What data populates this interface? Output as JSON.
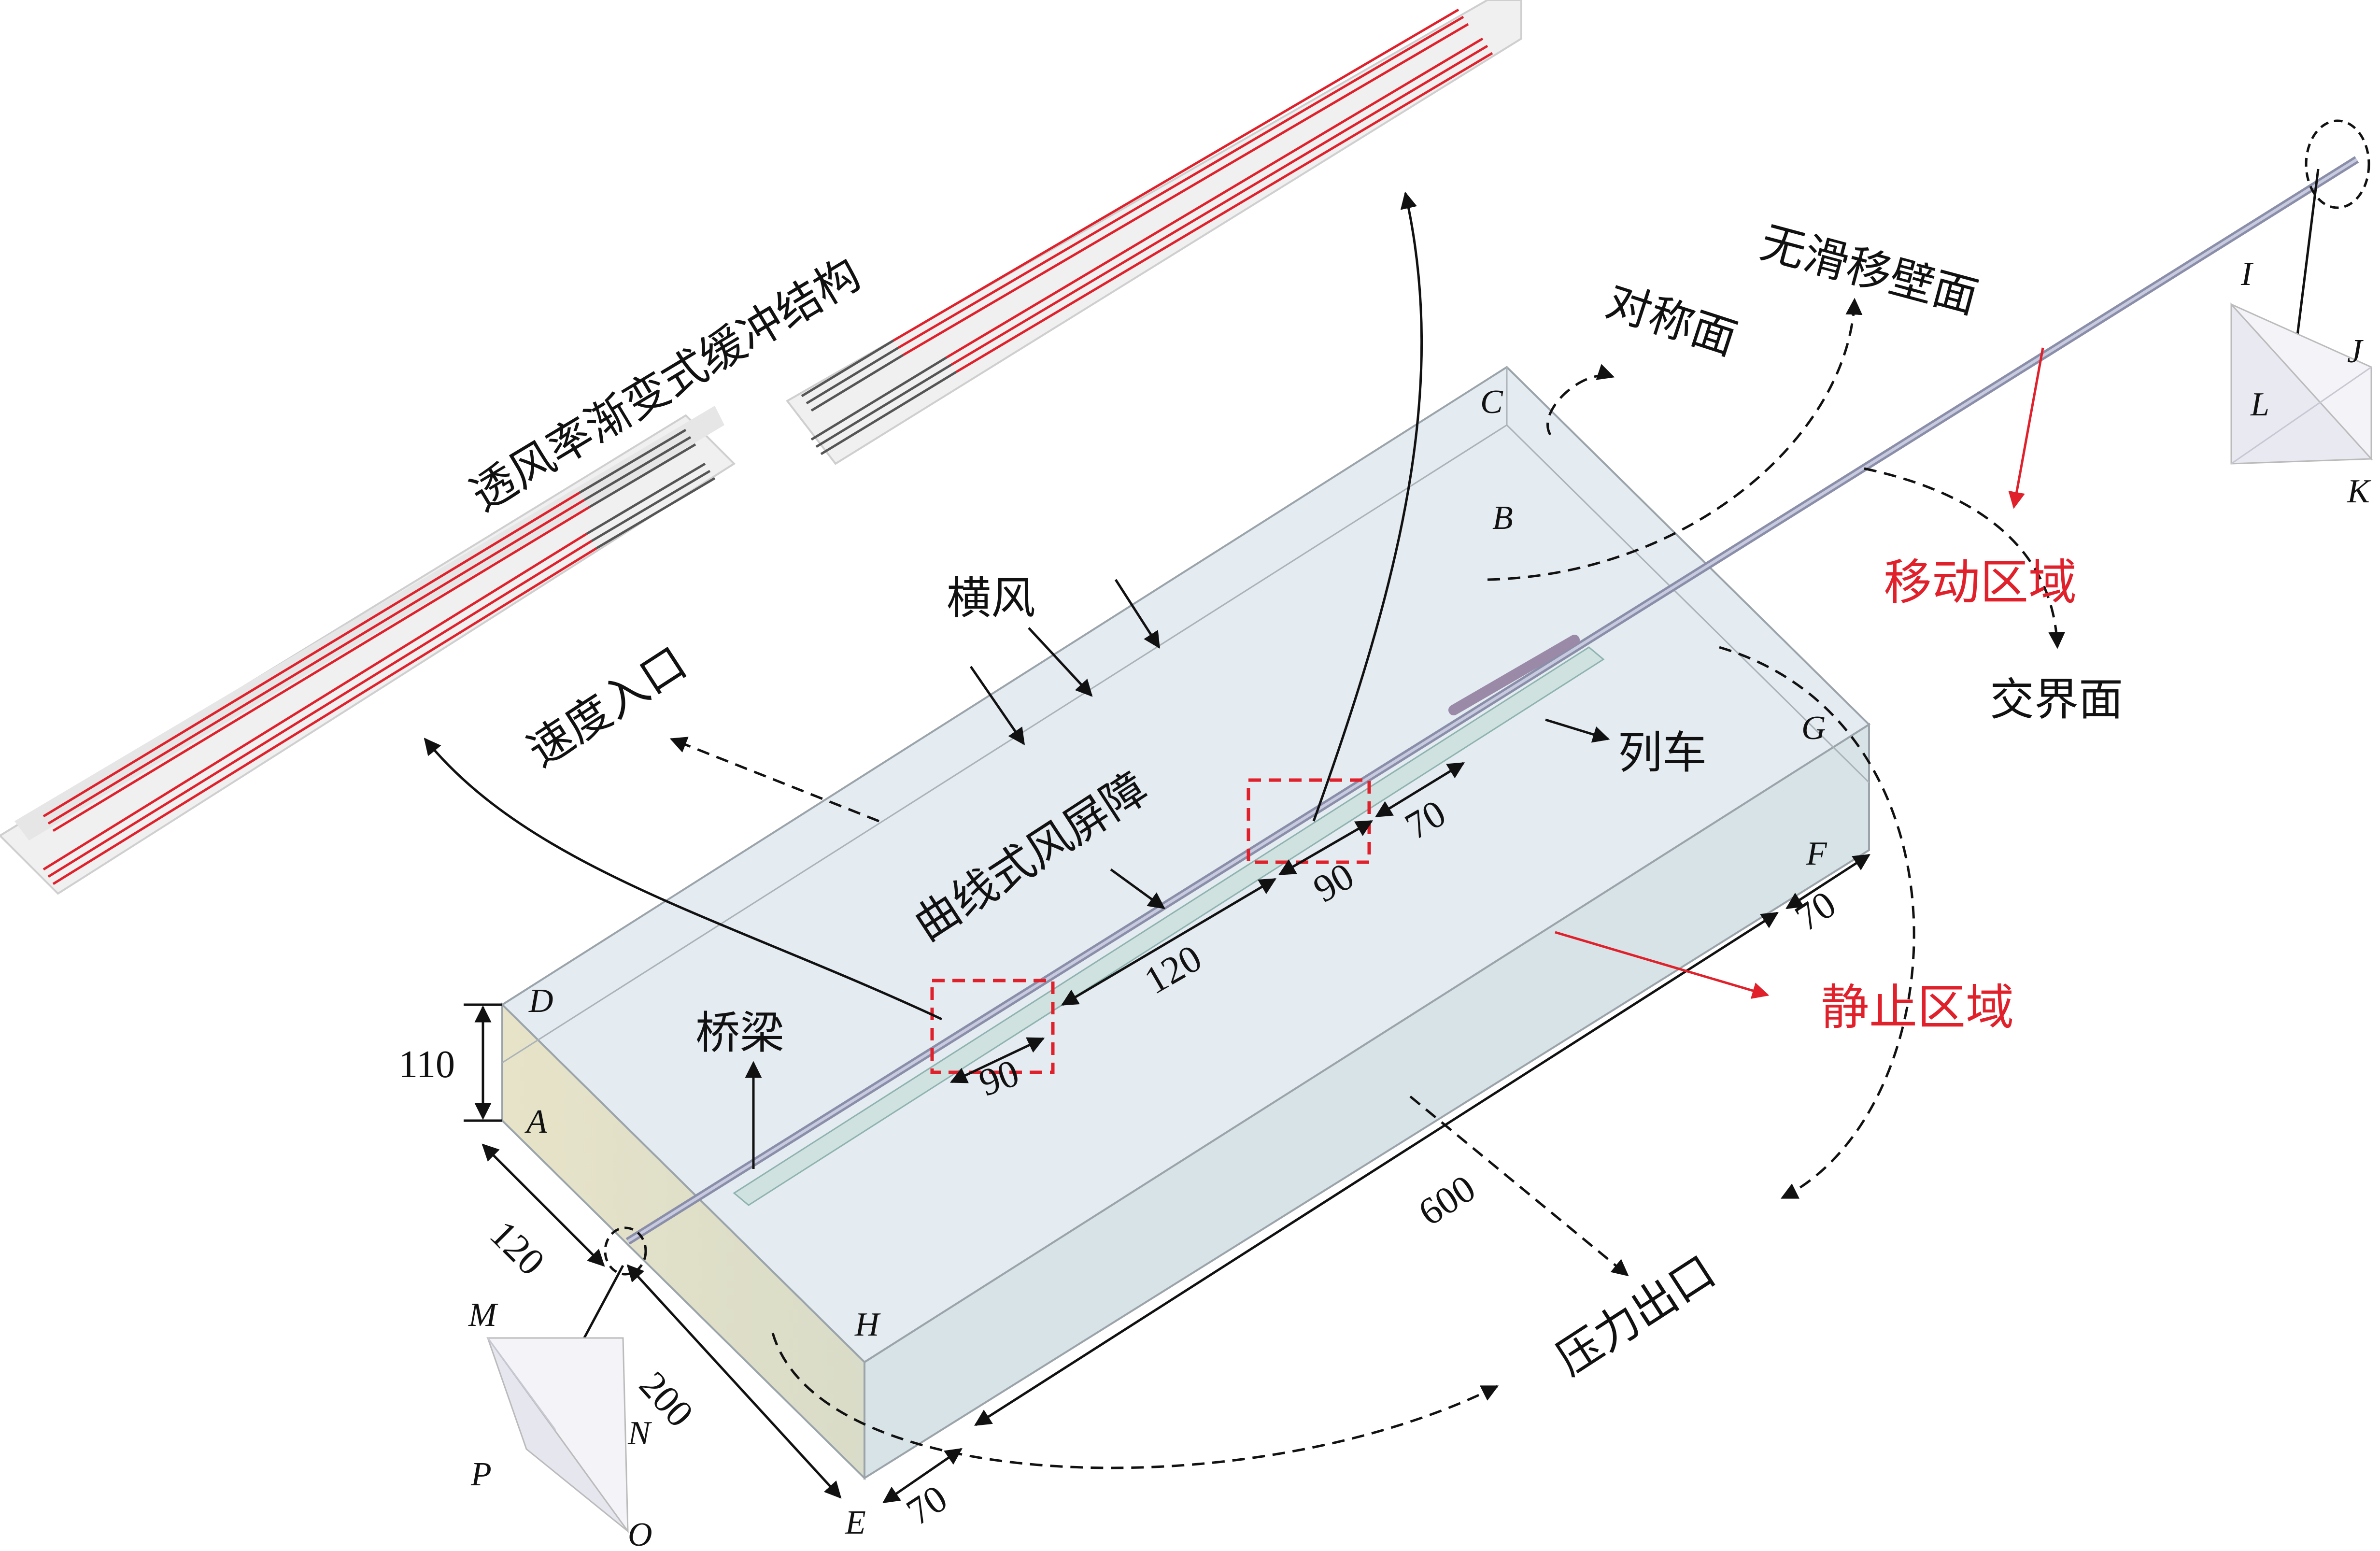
{
  "labels": {
    "buffer_structure": "透风率渐变式缓冲结构",
    "symmetry_plane": "对称面",
    "no_slip_wall": "无滑移壁面",
    "crosswind": "横风",
    "velocity_inlet": "速度入口",
    "curved_barrier": "曲线式风屏障",
    "train": "列车",
    "bridge": "桥梁",
    "moving_region": "移动区域",
    "interface": "交界面",
    "static_region": "静止区域",
    "pressure_outlet": "压力出口"
  },
  "points": {
    "A": "A",
    "B": "B",
    "C": "C",
    "D": "D",
    "E": "E",
    "F": "F",
    "G": "G",
    "H": "H",
    "I": "I",
    "J": "J",
    "K": "K",
    "L": "L",
    "M": "M",
    "N": "N",
    "O": "O",
    "P": "P"
  },
  "dimensions": {
    "height": "110",
    "width": "120",
    "depth_front": "200",
    "length": "600",
    "margin_left": "70",
    "margin_right": "70",
    "barrier_segment_1": "90",
    "barrier_gap": "120",
    "barrier_segment_2": "90",
    "barrier_end": "70"
  },
  "colors": {
    "accent_red": "#e0202a",
    "box_fill": "#dfe8ee",
    "box_side": "#e8e6cf",
    "barrier_gray": "#6a6a6a"
  }
}
